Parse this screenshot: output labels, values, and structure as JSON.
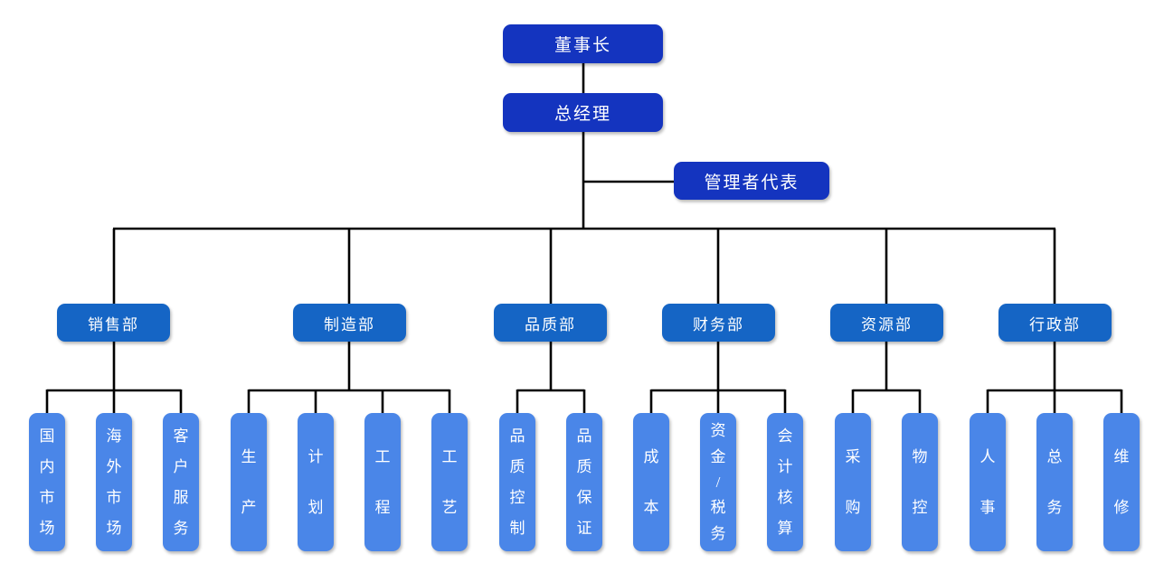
{
  "colors": {
    "executive_box": "#1434BF",
    "department_box": "#1565C5",
    "unit_box": "#4A86E8",
    "connector_line": "#000000",
    "box_text": "#ffffff",
    "background": "#ffffff"
  },
  "org": {
    "chairman": "董事长",
    "general_manager": "总经理",
    "management_representative": "管理者代表",
    "departments": [
      {
        "name": "销售部",
        "units": [
          "国内市场",
          "海外市场",
          "客户服务"
        ]
      },
      {
        "name": "制造部",
        "units": [
          "生产",
          "计划",
          "工程",
          "工艺"
        ]
      },
      {
        "name": "品质部",
        "units": [
          "品质控制",
          "品质保证"
        ]
      },
      {
        "name": "财务部",
        "units": [
          "成本",
          "资金/税务",
          "会计核算"
        ]
      },
      {
        "name": "资源部",
        "units": [
          "采购",
          "物控"
        ]
      },
      {
        "name": "行政部",
        "units": [
          "人事",
          "总务",
          "维修"
        ]
      }
    ]
  }
}
